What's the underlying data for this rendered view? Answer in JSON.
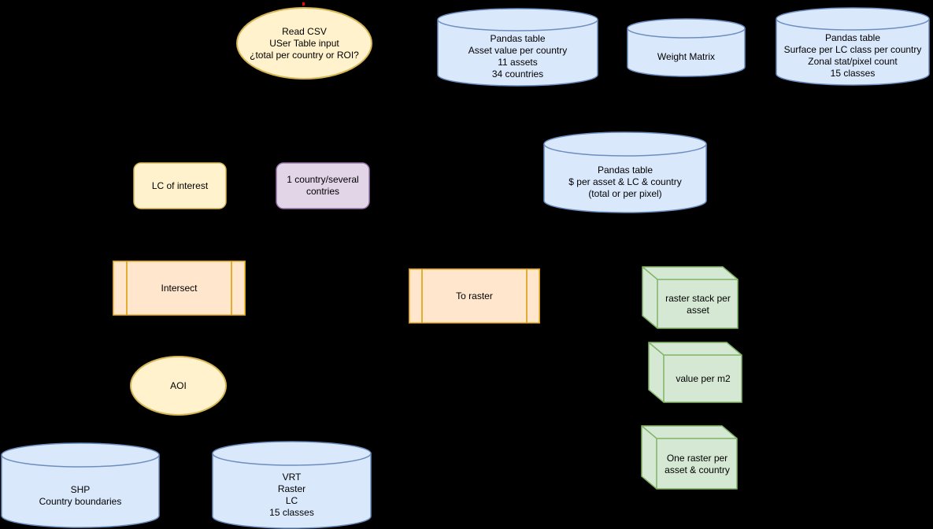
{
  "palette": {
    "bg": "#000000",
    "text": "#000000",
    "yellow_fill": "#fff2cc",
    "yellow_stroke": "#d6b656",
    "blue_fill": "#dae8fc",
    "blue_stroke": "#6c8ebf",
    "purple_fill": "#e1d5e7",
    "purple_stroke": "#9673a6",
    "orange_fill": "#ffe6cc",
    "orange_stroke": "#d79b00",
    "green_fill": "#d5e8d4",
    "green_stroke": "#82b366",
    "marker_red": "#ff0000"
  },
  "diagram": {
    "nodes": {
      "read_csv": {
        "type": "ellipse",
        "label": "Read CSV\nUSer Table input\n¿total per country or ROI?"
      },
      "cyl_asset": {
        "type": "cylinder",
        "label": "Pandas table\nAsset value per country\n11 assets\n34 countries"
      },
      "cyl_weight": {
        "type": "cylinder",
        "label": "Weight Matrix"
      },
      "cyl_surface": {
        "type": "cylinder",
        "label": "Pandas table\nSurface per LC class per country\nZonal stat/pixel count\n15 classes"
      },
      "cyl_dollar": {
        "type": "cylinder",
        "label": "Pandas table\n$ per asset & LC & country\n(total or per pixel)"
      },
      "lc_interest": {
        "type": "rounded-rect",
        "label": "LC of interest"
      },
      "country_sel": {
        "type": "rounded-rect",
        "label": "1 country/several\ncontries"
      },
      "intersect": {
        "type": "process",
        "label": "Intersect"
      },
      "to_raster": {
        "type": "process",
        "label": "To raster"
      },
      "cube_stack": {
        "type": "cube",
        "label": "raster stack per\nasset"
      },
      "cube_value": {
        "type": "cube",
        "label": "value per m2"
      },
      "cube_one": {
        "type": "cube",
        "label": "One raster per\nasset & country"
      },
      "aoi": {
        "type": "ellipse",
        "label": "AOI"
      },
      "cyl_shp": {
        "type": "cylinder",
        "label": "SHP\nCountry boundaries"
      },
      "cyl_vrt": {
        "type": "cylinder",
        "label": "VRT\nRaster\nLC\n15 classes"
      }
    }
  }
}
